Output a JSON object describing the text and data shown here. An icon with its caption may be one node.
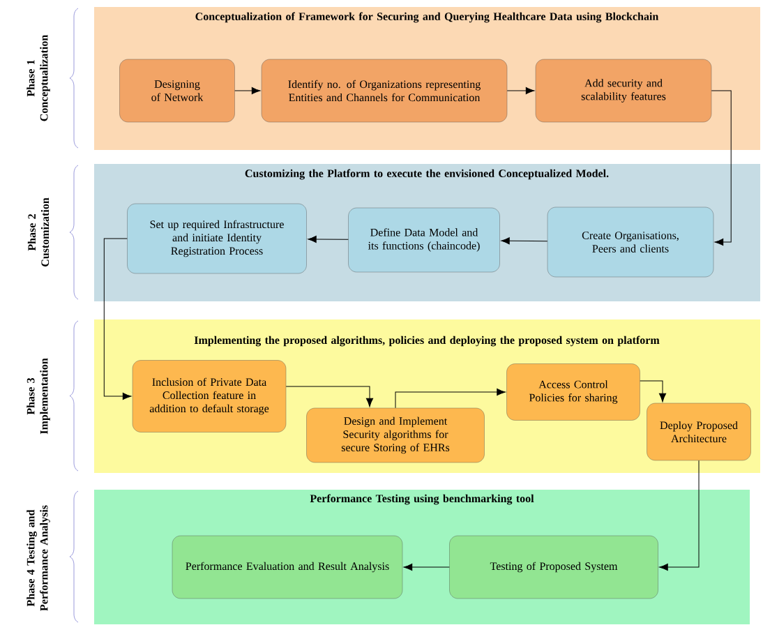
{
  "diagram": {
    "nodes": [
      {
        "text": [
          "Conceptualization of Framework for Securing and Querying Healthcare Data using Blockchain"
        ]
      },
      {
        "text": [
          "Designing of Network"
        ],
        "in": 0
      },
      {
        "text": [
          "Identify no. of Organizations representing Entities and Channels for Communication"
        ],
        "in": 0
      },
      {
        "text": [
          "Add security and scalability features"
        ],
        "in": 0
      },
      {
        "text": [
          "Customizing the Platform to execute the envisioned Conceptualized Model."
        ]
      },
      {
        "text": [
          "Set up required Infrastructure and initiate Identity Registration Process"
        ],
        "in": 4
      },
      {
        "text": [
          "Define Data Model and its functions (chaincode)"
        ],
        "in": 4
      },
      {
        "text": [
          "Create Organisations, Peers and clients"
        ],
        "in": 4
      },
      {
        "text": [
          "Implementing the proposed algorithms, policies and deploying the proposed system on platform"
        ]
      },
      {
        "text": [
          "Inclusion of Private Data Collection feature in addition to default storage"
        ],
        "in": 8
      },
      {
        "text": [
          "Design and Implement Security algorithms for secure Storing of EHRs"
        ],
        "in": 8
      },
      {
        "text": [
          "Access Control Policies for sharing"
        ],
        "in": 8
      },
      {
        "text": [
          "Deploy Proposed Architecture"
        ],
        "in": 8
      },
      {
        "text": [
          "Performance Testing using benchmarking tool"
        ]
      },
      {
        "text": [
          "Performance Evaluation and Result Analysis"
        ],
        "in": 13
      },
      {
        "text": [
          "Testing of Proposed System"
        ],
        "in": 13
      }
    ],
    "edges": [
      {
        "from": 1,
        "to": 2,
        "arrow": "to"
      },
      {
        "from": 2,
        "to": 3,
        "arrow": "to"
      },
      {
        "from": 3,
        "to": 7,
        "arrow": "to"
      },
      {
        "from": 7,
        "to": 6,
        "arrow": "to"
      },
      {
        "from": 6,
        "to": 5,
        "arrow": "to"
      },
      {
        "from": 5,
        "to": 9,
        "arrow": "to"
      },
      {
        "from": 9,
        "to": 10,
        "arrow": "to"
      },
      {
        "from": 10,
        "to": 11,
        "arrow": "to"
      },
      {
        "from": 11,
        "to": 12,
        "arrow": "to"
      },
      {
        "from": 12,
        "to": 15,
        "arrow": "to"
      },
      {
        "from": 15,
        "to": 14,
        "arrow": "to"
      }
    ],
    "labels": [
      "Phase 1 Conceptualization",
      "Phase 2 Customization",
      "Phase 3 Implementation",
      "Phase 4 Testing and Performance Analysis"
    ]
  }
}
